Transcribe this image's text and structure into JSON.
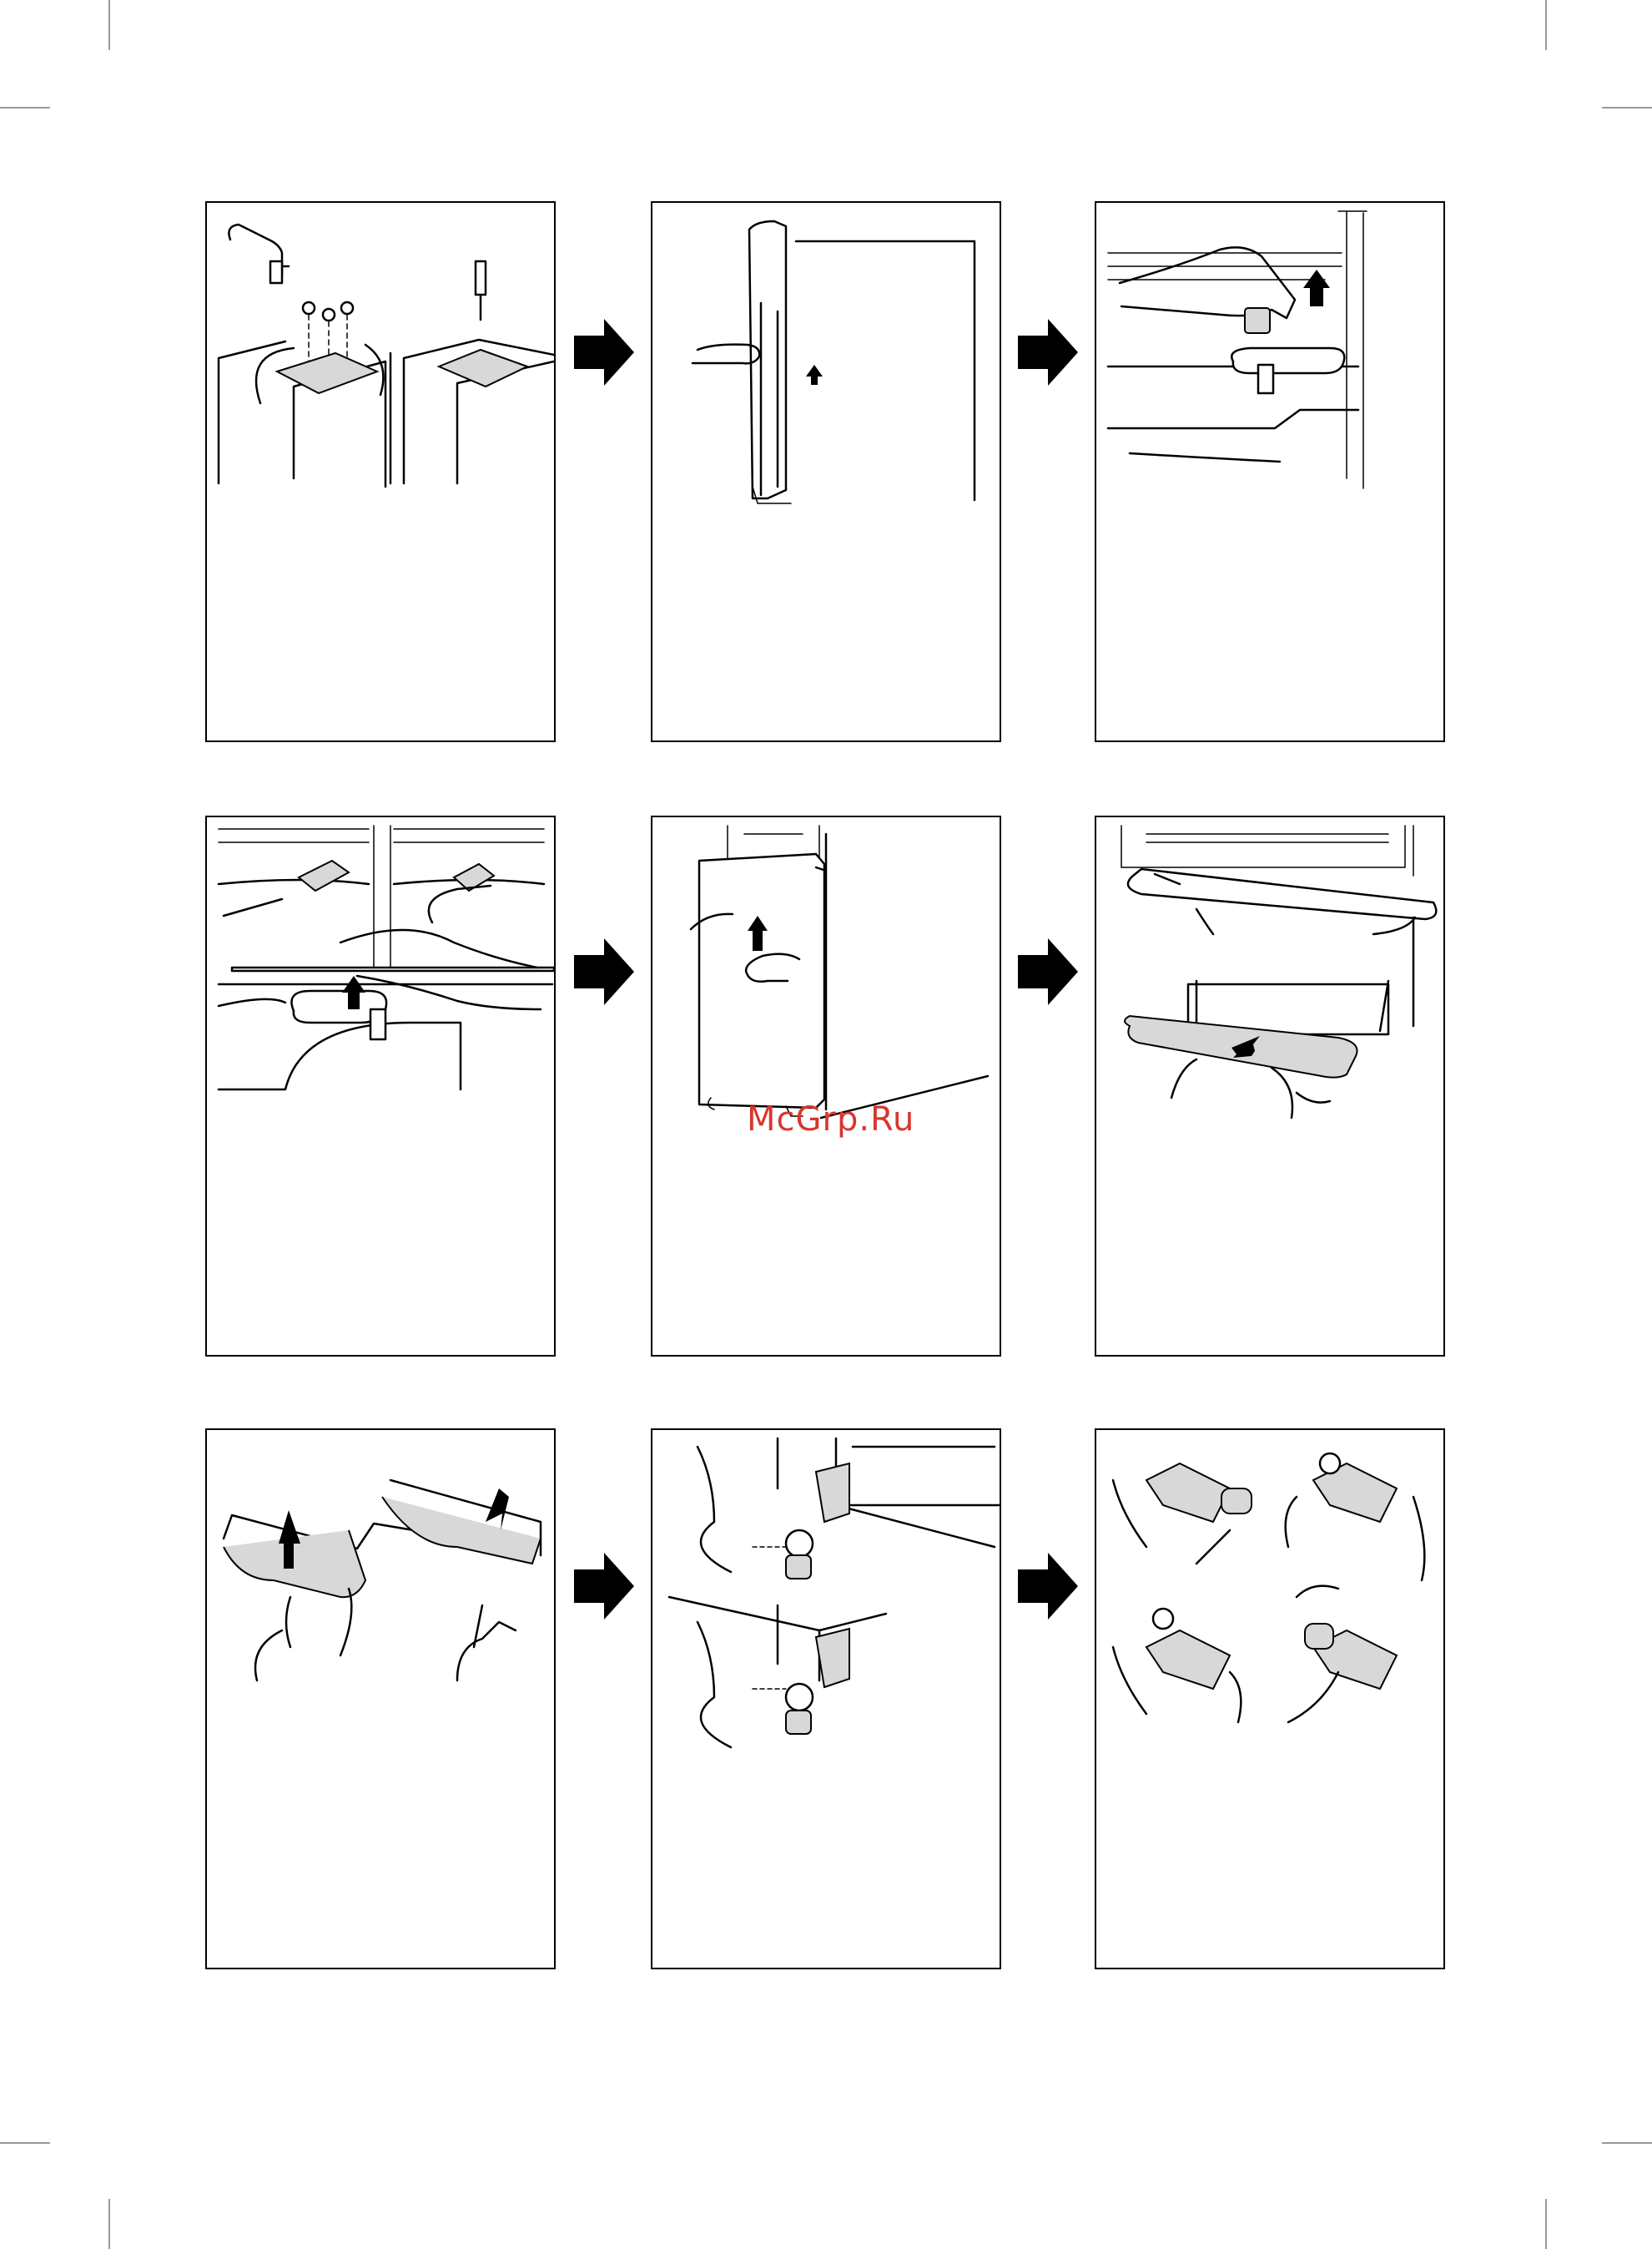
{
  "watermark": "McGrp.Ru",
  "panels": [
    {
      "name": "remove-top-hinge-screws"
    },
    {
      "name": "lift-off-upper-door"
    },
    {
      "name": "pull-hinge-pin-up"
    },
    {
      "name": "move-middle-hinge"
    },
    {
      "name": "lift-off-lower-door"
    },
    {
      "name": "remove-base-cover"
    },
    {
      "name": "refit-base-cover"
    },
    {
      "name": "swap-lower-hinge-and-foot"
    },
    {
      "name": "reassemble-hinge-parts"
    }
  ],
  "icons": {
    "step_arrow": "arrow-right-icon",
    "lift_arrow": "arrow-up-icon",
    "press_arrow": "arrow-down-icon"
  },
  "colors": {
    "border": "#000000",
    "fill": "#d8d8d8",
    "watermark": "#d9362f"
  }
}
